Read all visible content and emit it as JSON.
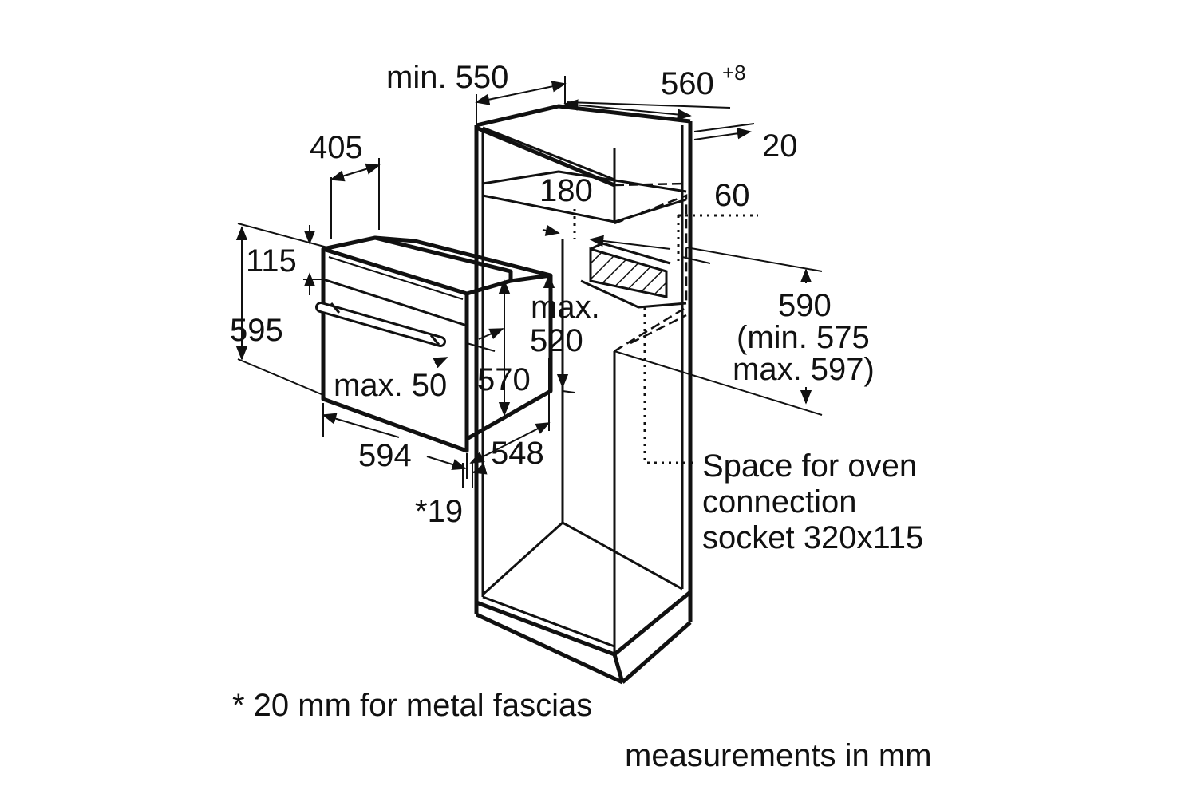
{
  "dimensions": {
    "cabinet_depth": "min. 550",
    "cabinet_width": "560",
    "cabinet_width_tolerance": "+8",
    "side_gap": "20",
    "ventilation_depth": "180",
    "socket_offset": "60",
    "oven_top_depth": "405",
    "panel_height": "115",
    "oven_height": "595",
    "niche_height_main": "590",
    "niche_height_min": "(min. 575",
    "niche_height_max": "max. 597)",
    "cutout_max_line1": "max.",
    "cutout_max_line2": "520",
    "oven_body_depth": "570",
    "front_max": "max. 50",
    "oven_width": "594",
    "body_depth_2": "548",
    "fascia": "*19"
  },
  "socket_note": {
    "line1": "Space for oven",
    "line2": "connection",
    "line3": "socket 320x115"
  },
  "footnote": "* 20 mm for metal fascias",
  "units_note": "measurements in mm"
}
